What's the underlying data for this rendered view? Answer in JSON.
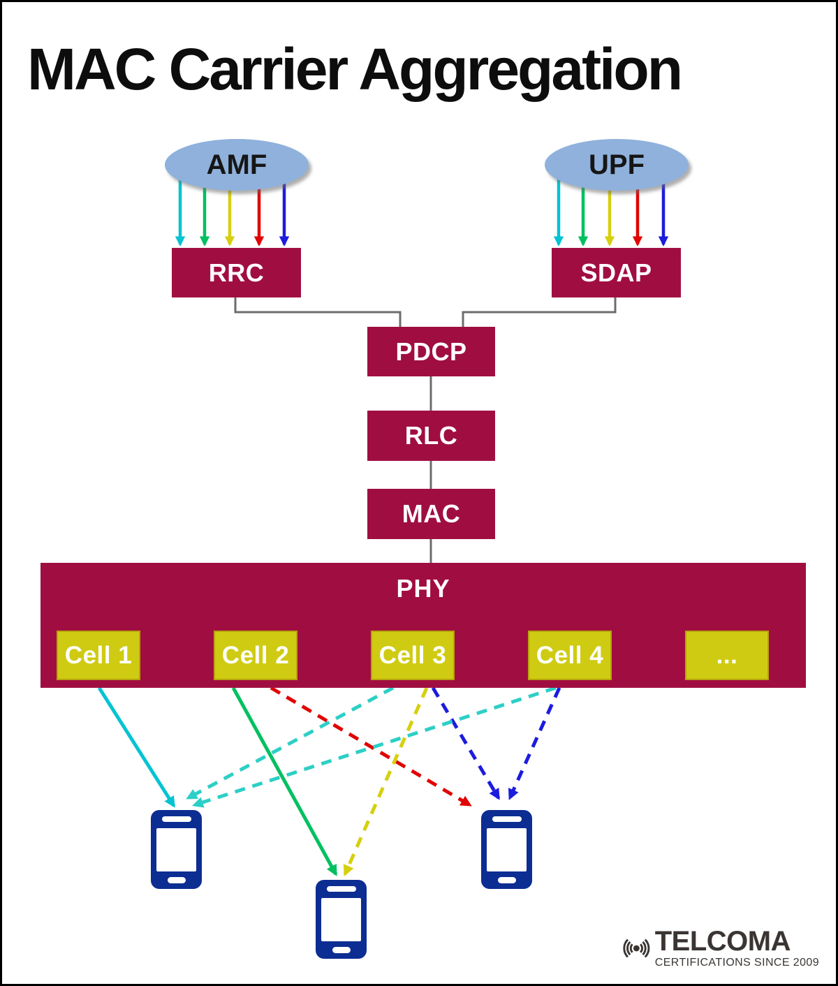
{
  "title": "MAC Carrier Aggregation",
  "cores": [
    {
      "id": "amf",
      "label": "AMF"
    },
    {
      "id": "upf",
      "label": "UPF"
    }
  ],
  "layers": {
    "rrc": "RRC",
    "sdap": "SDAP",
    "pdcp": "PDCP",
    "rlc": "RLC",
    "mac": "MAC",
    "phy": "PHY"
  },
  "cells": [
    "Cell 1",
    "Cell 2",
    "Cell 3",
    "Cell 4",
    "..."
  ],
  "fan_colors": [
    "cyan",
    "green",
    "yellow",
    "red",
    "blue"
  ],
  "links": [
    {
      "from": "Cell 1",
      "to": "phone-1",
      "color": "cyan",
      "style": "solid"
    },
    {
      "from": "Cell 2",
      "to": "phone-2",
      "color": "green",
      "style": "solid"
    },
    {
      "from": "Cell 2",
      "to": "phone-3",
      "color": "red",
      "style": "dashed"
    },
    {
      "from": "Cell 3",
      "to": "phone-1",
      "color": "cyanDashed",
      "style": "dashed"
    },
    {
      "from": "Cell 3",
      "to": "phone-2",
      "color": "yellow",
      "style": "dashed"
    },
    {
      "from": "Cell 3",
      "to": "phone-3",
      "color": "blue",
      "style": "dashed"
    },
    {
      "from": "Cell 4",
      "to": "phone-1",
      "color": "cyanDashed",
      "style": "dashed"
    },
    {
      "from": "Cell 4",
      "to": "phone-3",
      "color": "blue",
      "style": "dashed"
    }
  ],
  "colors": {
    "maroon": "#A00E41",
    "cellYellow": "#CFCB12",
    "ellipseBlue": "#8FB1DC",
    "phoneNavy": "#0C2D92",
    "connectorGray": "#6C6C6C",
    "logoInk": "#3A3532",
    "arrows": {
      "cyan": "#05C3D2",
      "green": "#00C060",
      "yellow": "#D6CF10",
      "red": "#E00404",
      "blue": "#1C1CDE",
      "cyanDashed": "#2CCFC6"
    }
  },
  "logo": {
    "brand": "TELCOMA",
    "tagline": "CERTIFICATIONS SINCE 2009"
  }
}
